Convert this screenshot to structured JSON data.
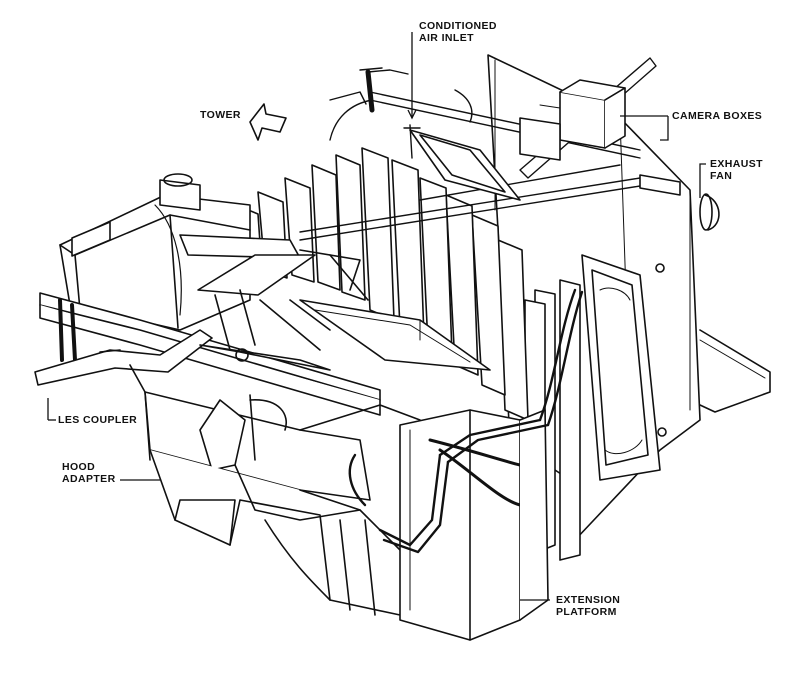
{
  "labels": {
    "conditioned_air_inlet": [
      "CONDITIONED",
      "AIR INLET"
    ],
    "tower": "TOWER",
    "camera_boxes": "CAMERA BOXES",
    "exhaust_fan": [
      "EXHAUST",
      "FAN"
    ],
    "les_coupler": "LES COUPLER",
    "hood_adapter": [
      "HOOD",
      "ADAPTER"
    ],
    "extension_platform": [
      "EXTENSION",
      "PLATFORM"
    ]
  },
  "colors": {
    "ink": "#111111",
    "paper": "#ffffff",
    "shade": "#e6e6e6"
  }
}
